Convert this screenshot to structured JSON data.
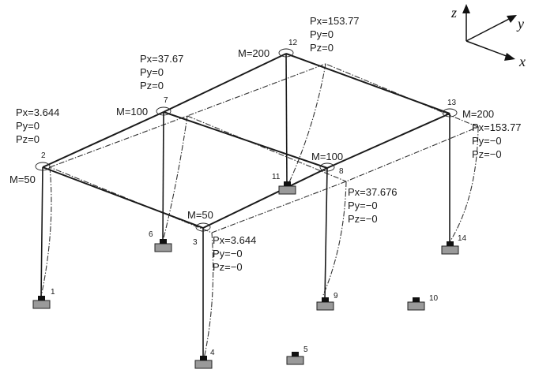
{
  "axes": {
    "z": "z",
    "y": "y",
    "x": "x"
  },
  "nodes": [
    {
      "id": "1",
      "label": "1"
    },
    {
      "id": "2",
      "label": "2"
    },
    {
      "id": "3",
      "label": "3"
    },
    {
      "id": "4",
      "label": "4"
    },
    {
      "id": "5",
      "label": "5"
    },
    {
      "id": "6",
      "label": "6"
    },
    {
      "id": "7",
      "label": "7"
    },
    {
      "id": "8",
      "label": "8"
    },
    {
      "id": "9",
      "label": "9"
    },
    {
      "id": "10",
      "label": "10"
    },
    {
      "id": "11",
      "label": "11"
    },
    {
      "id": "12",
      "label": "12"
    },
    {
      "id": "13",
      "label": "13"
    },
    {
      "id": "14",
      "label": "14"
    }
  ],
  "masses": [
    {
      "node": "2",
      "text": "M=50"
    },
    {
      "node": "3",
      "text": "M=50"
    },
    {
      "node": "7",
      "text": "M=100"
    },
    {
      "node": "8",
      "text": "M=100"
    },
    {
      "node": "12",
      "text": "M=200"
    },
    {
      "node": "13",
      "text": "M=200"
    }
  ],
  "loads": [
    {
      "node": "2",
      "lines": [
        "Px=3.644",
        "Py=0",
        "Pz=0"
      ]
    },
    {
      "node": "7",
      "lines": [
        "Px=37.67",
        "Py=0",
        "Pz=0"
      ]
    },
    {
      "node": "12",
      "lines": [
        "Px=153.77",
        "Py=0",
        "Pz=0"
      ]
    },
    {
      "node": "13",
      "lines": [
        "Px=153.77",
        "Py=−0",
        "Pz=−0"
      ]
    },
    {
      "node": "8",
      "lines": [
        "Px=37.676",
        "Py=−0",
        "Pz=−0"
      ]
    },
    {
      "node": "3",
      "lines": [
        "Px=3.644",
        "Py=−0",
        "Pz=−0"
      ]
    }
  ]
}
